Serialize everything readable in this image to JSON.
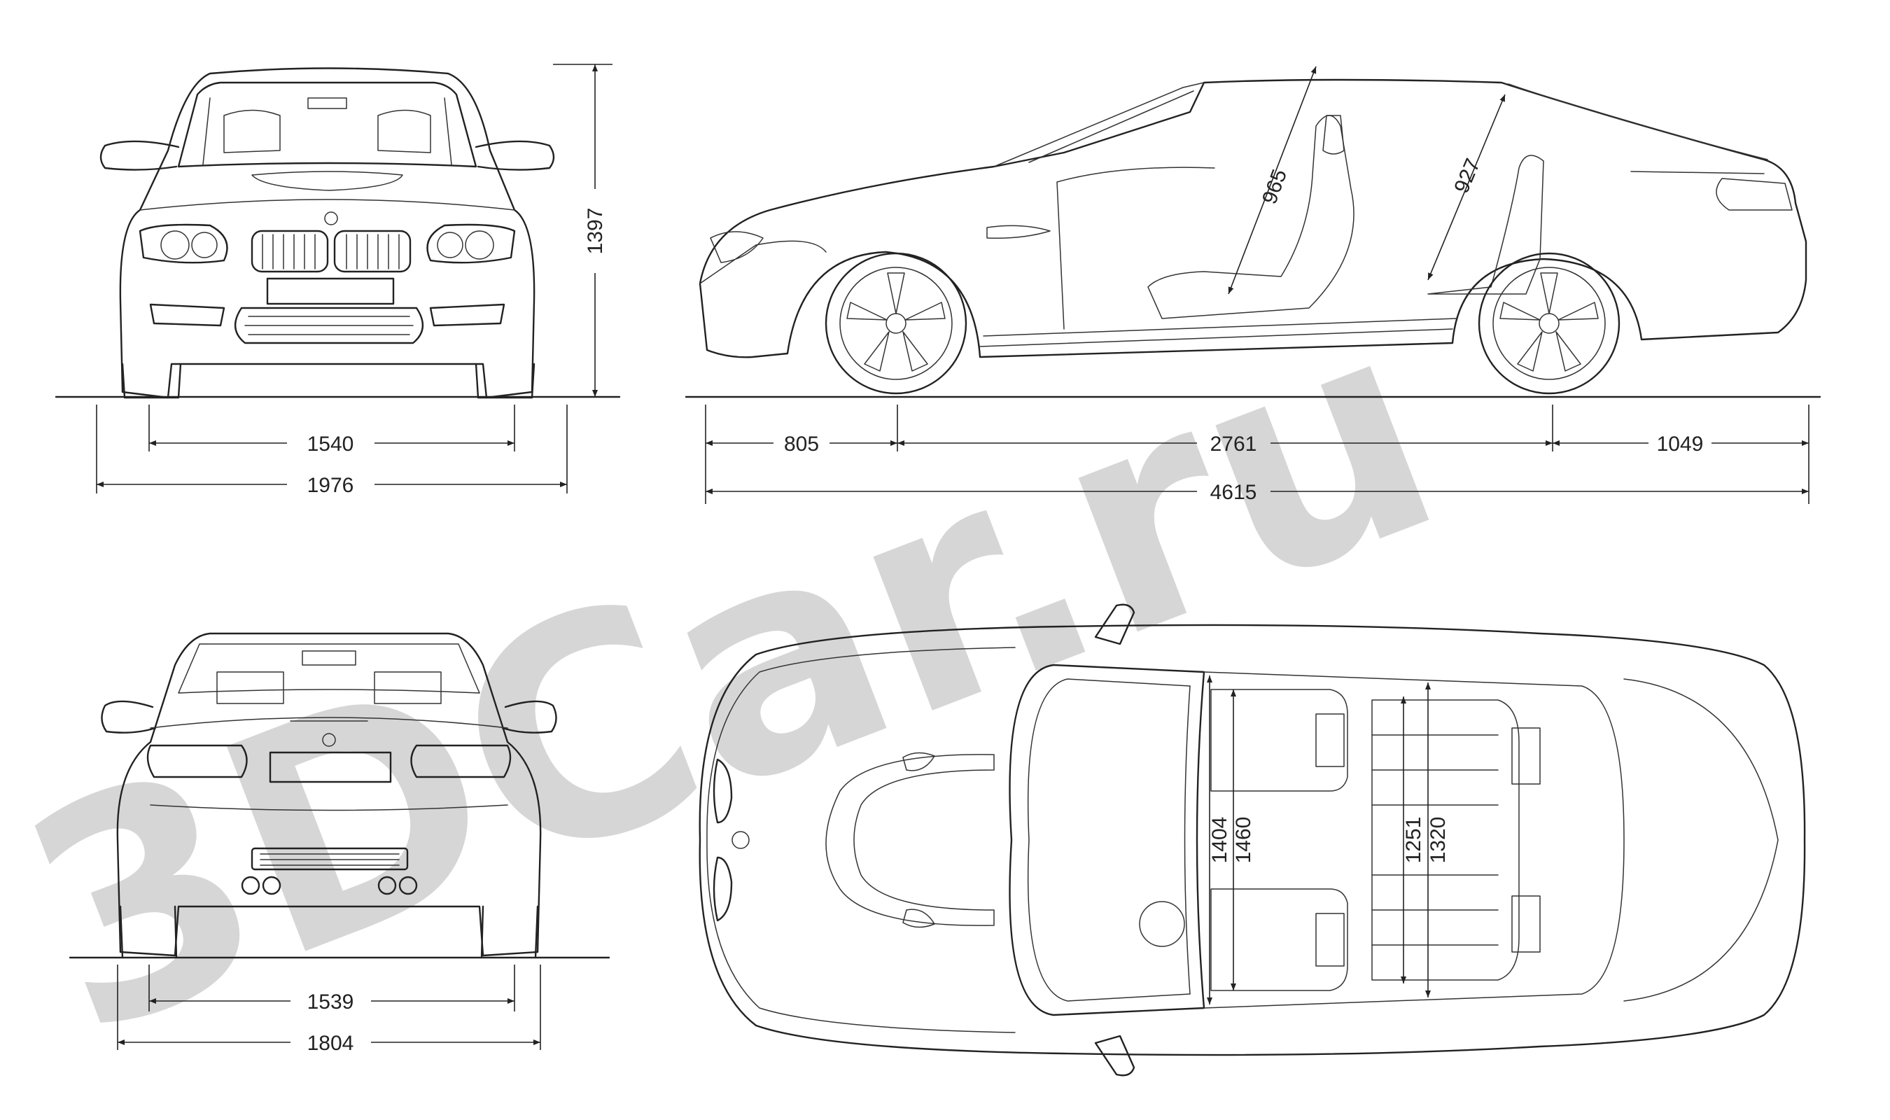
{
  "watermark": {
    "text": "3DCar.ru"
  },
  "front_view": {
    "track": "1540",
    "width": "1976",
    "height": "1397"
  },
  "side_view": {
    "front_overhang": "805",
    "wheelbase": "2761",
    "rear_overhang": "1049",
    "length": "4615",
    "front_headroom": "965",
    "rear_headroom": "927"
  },
  "rear_view": {
    "track": "1539",
    "width": "1804"
  },
  "top_view": {
    "front_shoulder": "1404",
    "front_elbow": "1460",
    "rear_shoulder": "1251",
    "rear_elbow": "1320"
  }
}
